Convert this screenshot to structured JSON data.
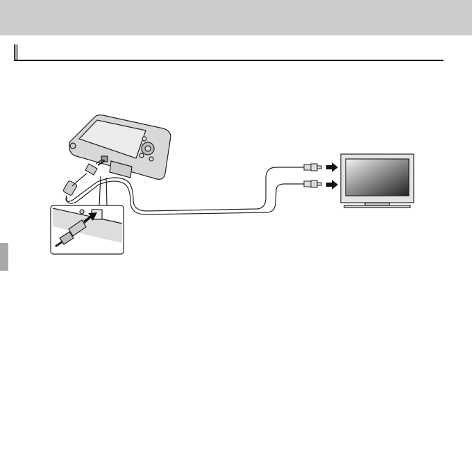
{
  "colors": {
    "header_band": "#cccccc",
    "section_marker": "#a0a0a0",
    "side_tab": "#a8a8a8",
    "line": "#222222",
    "device_body": "#d8d8d8"
  },
  "illustration": {
    "parts": [
      "camera",
      "usb-av-cable",
      "connector-inset",
      "tv"
    ],
    "icons": [
      "camera-icon",
      "cable-icon",
      "arrow-right-icon",
      "tv-icon"
    ]
  }
}
